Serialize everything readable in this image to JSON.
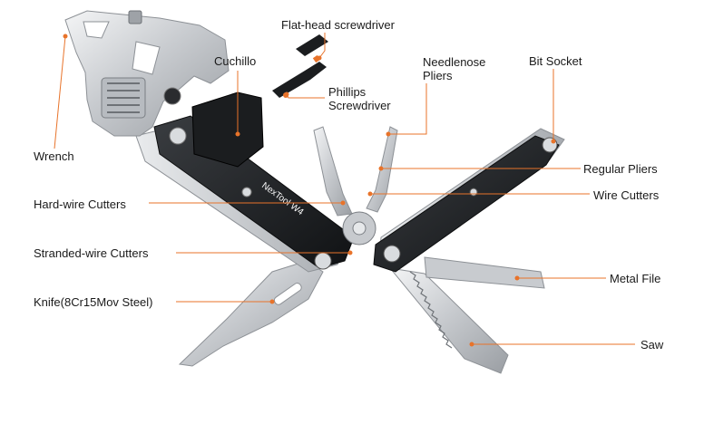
{
  "diagram": {
    "accent_color": "#e8732a",
    "labels": {
      "flat_head": "Flat-head screwdriver",
      "cuchillo": "Cuchillo",
      "phillips": "Phillips\nScrewdriver",
      "needlenose": "Needlenose\nPliers",
      "bit_socket": "Bit Socket",
      "wrench": "Wrench",
      "regular_pliers": "Regular Pliers",
      "hard_wire": "Hard-wire Cutters",
      "wire_cutters": "Wire Cutters",
      "stranded_wire": "Stranded-wire Cutters",
      "metal_file": "Metal File",
      "knife": "Knife(8Cr15Mov Steel)",
      "saw": "Saw"
    },
    "brand_mark": "NexTool W4"
  }
}
